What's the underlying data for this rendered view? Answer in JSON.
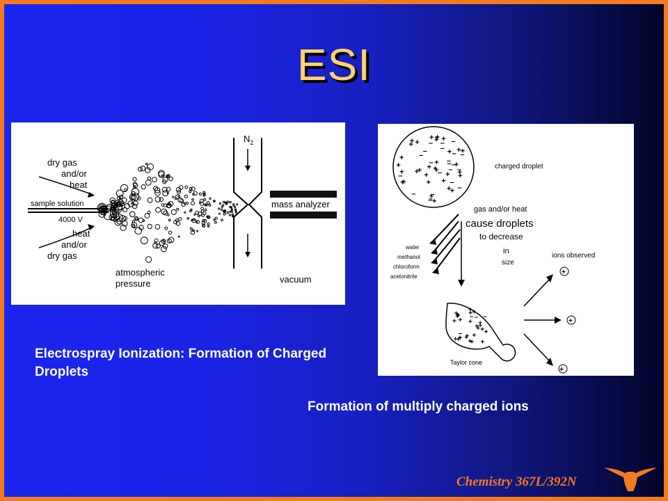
{
  "slide": {
    "title": "ESI",
    "caption_left": "Electrospray Ionization: Formation of Charged Droplets",
    "caption_right": "Formation of multiply charged ions",
    "footer": "Chemistry 367L/392N"
  },
  "figure_left": {
    "labels": {
      "dry_gas_top_1": "dry gas",
      "dry_gas_top_2": "and/or",
      "dry_gas_top_3": "heat",
      "sample_solution": "sample solution",
      "voltage": "4000 V",
      "heat_bottom_1": "heat",
      "heat_bottom_2": "and/or",
      "heat_bottom_3": "dry gas",
      "atmospheric_1": "atmospheric",
      "atmospheric_2": "pressure",
      "n2": "N",
      "n2_sub": "2",
      "mass_analyzer": "mass analyzer",
      "vacuum": "vacuum"
    }
  },
  "figure_right": {
    "labels": {
      "charged_droplet": "charged droplet",
      "gas_heat": "gas and/or heat",
      "cause_droplets": "cause droplets",
      "to_decrease": "to decrease",
      "in": "in",
      "size": "size",
      "solvent_1": "water",
      "solvent_2": "methanol",
      "solvent_3": "chloroform",
      "solvent_4": "acetonitrile",
      "ions_observed": "ions observed",
      "taylor_cone": "Taylor cone"
    }
  },
  "colors": {
    "border": "#f47a20",
    "title": "#ffd36a",
    "background_left": "#1b25ee",
    "background_right": "#03042a",
    "footer": "#f47a20"
  },
  "icons": [
    "longhorn-logo-icon"
  ]
}
